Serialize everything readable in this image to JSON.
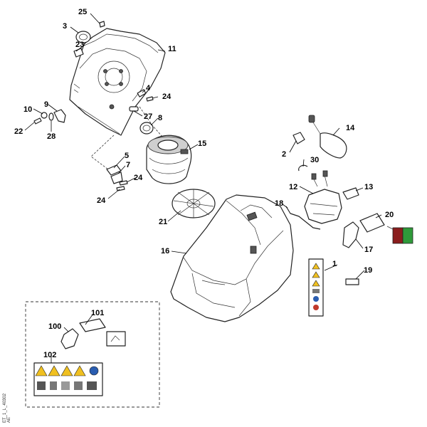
{
  "labels": {
    "l25": "25",
    "l3": "3",
    "l23": "23",
    "l11": "11",
    "l4": "4",
    "l24a": "24",
    "l10": "10",
    "l9": "9",
    "l22": "22",
    "l28": "28",
    "l27": "27",
    "l8": "8",
    "l14": "14",
    "l2": "2",
    "l15": "15",
    "l30": "30",
    "l5": "5",
    "l7": "7",
    "l24b": "24",
    "l24c": "24",
    "l12": "12",
    "l13": "13",
    "l18": "18",
    "l20": "20",
    "l21": "21",
    "l16": "16",
    "l17": "17",
    "l1": "1",
    "l19": "19",
    "l101": "101",
    "l100": "100",
    "l102": "102"
  },
  "doc_id": "ET_1_L_40302",
  "doc_id2": "AE"
}
